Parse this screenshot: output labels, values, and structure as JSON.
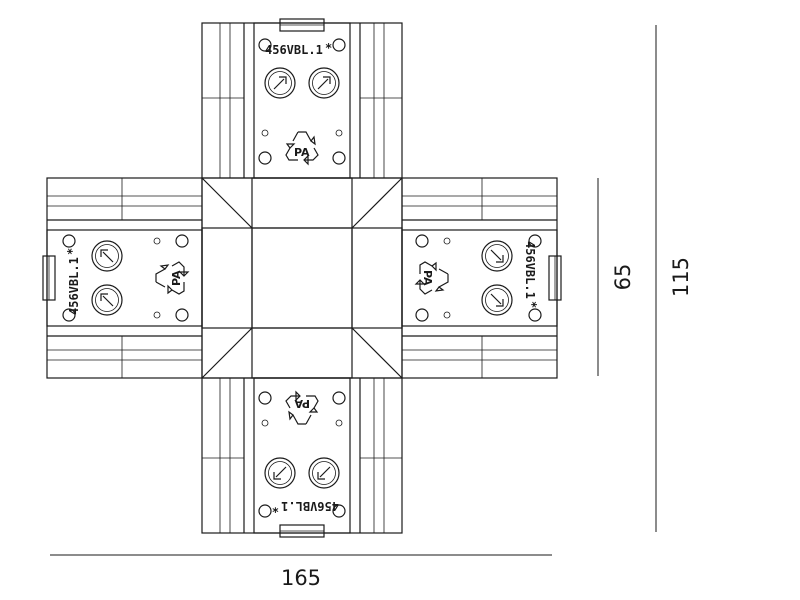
{
  "dimensions": {
    "width": "165",
    "height_outer": "115",
    "height_inner": "65"
  },
  "arms": {
    "top": {
      "code": "456VBL.1",
      "mark": "*",
      "recycle": "PA"
    },
    "left": {
      "code": "456VBL.1",
      "mark": "*",
      "recycle": "PA"
    },
    "right": {
      "code": "456VBL.1",
      "mark": "*",
      "recycle": "PA"
    },
    "bottom": {
      "code": "456VBL.1",
      "mark": "*",
      "recycle": "PA"
    }
  },
  "icons": {
    "screw": "arrow-screw-icon",
    "recycle": "recycling-triangle-icon"
  },
  "colors": {
    "line": "#1a1a1a",
    "background": "#ffffff"
  }
}
